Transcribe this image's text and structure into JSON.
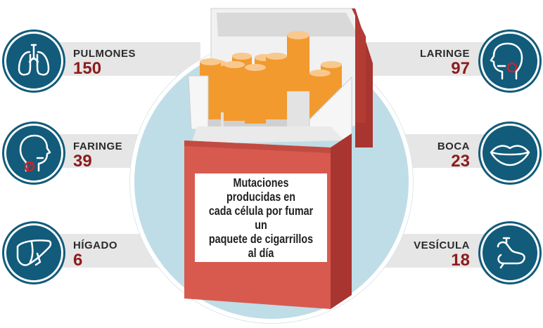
{
  "caption": "Mutaciones producidas en\ncada célula por fumar un\npaquete de cigarrillos al día",
  "organs": {
    "pulmones": {
      "name": "PULMONES",
      "count": "150",
      "icon": "lungs-icon"
    },
    "faringe": {
      "name": "FARINGE",
      "count": "39",
      "icon": "pharynx-head-icon"
    },
    "higado": {
      "name": "HÍGADO",
      "count": "6",
      "icon": "liver-icon"
    },
    "laringe": {
      "name": "LARINGE",
      "count": "97",
      "icon": "larynx-head-icon"
    },
    "boca": {
      "name": "BOCA",
      "count": "23",
      "icon": "lips-icon"
    },
    "vesicula": {
      "name": "VESÍCULA",
      "count": "18",
      "icon": "gallbladder-icon"
    }
  },
  "colors": {
    "badge": "#125b7a",
    "count": "#8e1b1b",
    "circle": "#bfdde6",
    "pack_red": "#d85a4f",
    "filter_orange": "#f29a2e"
  }
}
